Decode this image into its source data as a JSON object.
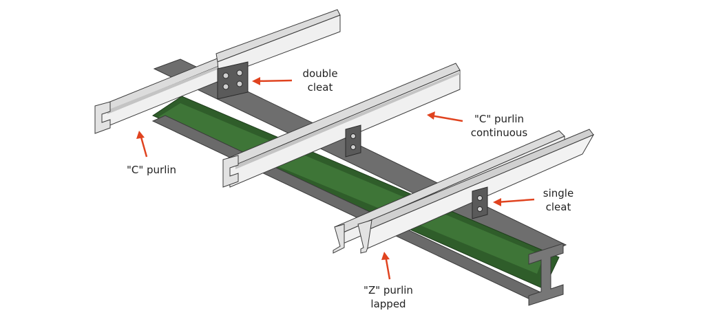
{
  "colors": {
    "beam_web": "#2f5d2a",
    "beam_web_light": "#3e7537",
    "beam_flange": "#6b6b6b",
    "beam_flange_dark": "#4a4a4a",
    "purlin_face": "#ececec",
    "purlin_top": "#d9d9d9",
    "purlin_shadow": "#bdbdbd",
    "cleat": "#5a5a5a",
    "arrow": "#e0431f",
    "outline": "#3a3a3a"
  },
  "icons": {
    "arrow": "red-pointer-arrow",
    "bolt": "bolt-hole-icon"
  },
  "labels": {
    "double_cleat": [
      "double",
      "cleat"
    ],
    "c_purlin_continuous": [
      "\"C\" purlin",
      "continuous"
    ],
    "c_purlin": [
      "\"C\" purlin"
    ],
    "single_cleat": [
      "single",
      "cleat"
    ],
    "z_purlin_lapped": [
      "\"Z\" purlin",
      "lapped"
    ]
  }
}
